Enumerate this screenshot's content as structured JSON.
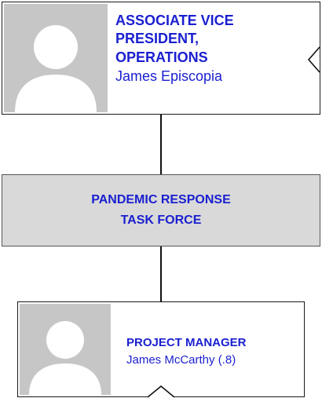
{
  "top_card": {
    "title_lines": [
      "ASSOCIATE VICE",
      "PRESIDENT,",
      "OPERATIONS"
    ],
    "name": "James Episcopia"
  },
  "group_box": {
    "lines": [
      "PANDEMIC RESPONSE",
      "TASK FORCE"
    ]
  },
  "bottom_card": {
    "title": "PROJECT MANAGER",
    "name": "James McCarthy (.8)"
  },
  "colors": {
    "title_text": "#1a1fcf",
    "photo_placeholder": "#c6c6c6",
    "group_fill": "#d9d9d9"
  },
  "icons": {
    "avatar": "person-silhouette-icon",
    "expand": "chevron-left-icon",
    "collapse": "chevron-up-icon"
  }
}
